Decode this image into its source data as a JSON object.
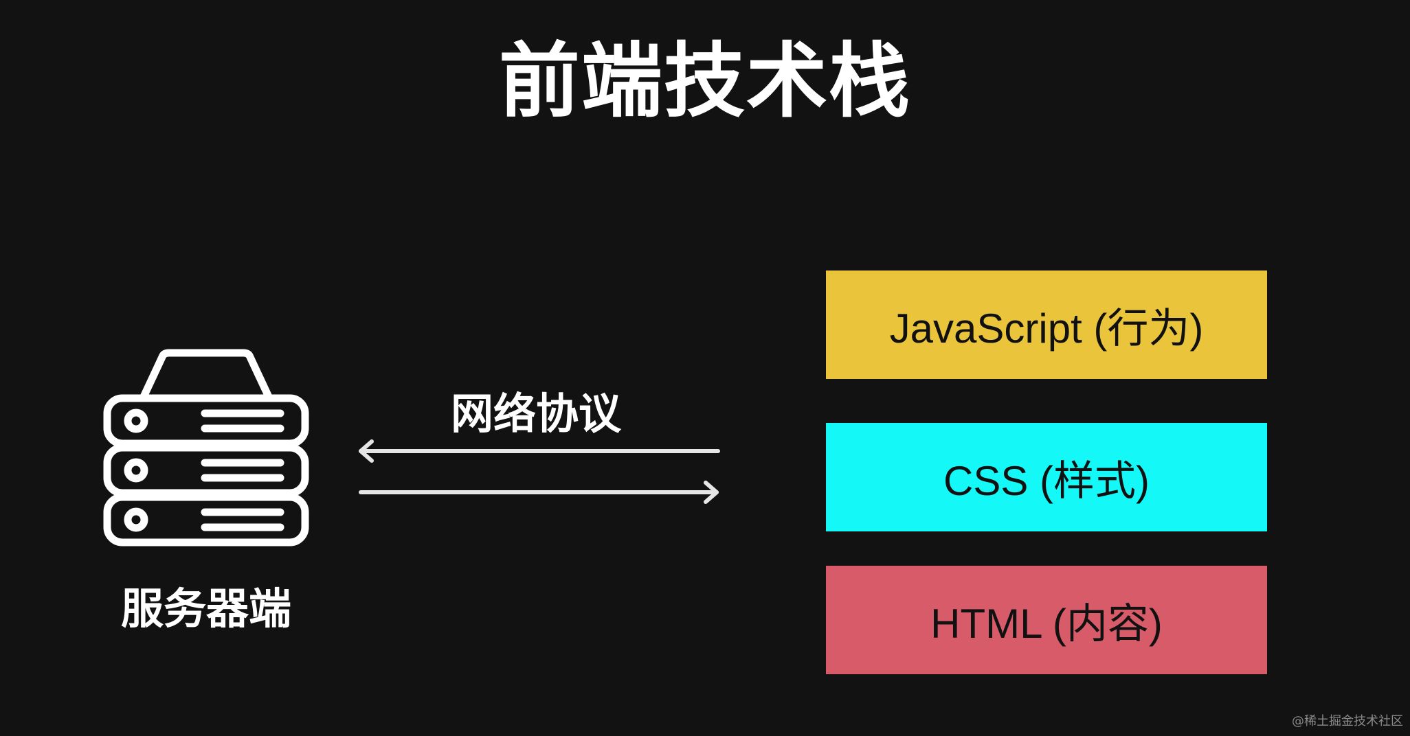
{
  "title": "前端技术栈",
  "server": {
    "icon": "server-rack-icon",
    "label": "服务器端"
  },
  "network": {
    "label": "网络协议",
    "arrows": [
      "arrow-left-icon",
      "arrow-right-icon"
    ]
  },
  "layers": [
    {
      "label": "JavaScript (行为)",
      "color": "#EAC43A"
    },
    {
      "label": "CSS (样式)",
      "color": "#14F9F7"
    },
    {
      "label": "HTML (内容)",
      "color": "#D85B69"
    }
  ],
  "watermark": "@稀土掘金技术社区",
  "colors": {
    "background": "#121212",
    "foreground": "#FFFFFF"
  }
}
